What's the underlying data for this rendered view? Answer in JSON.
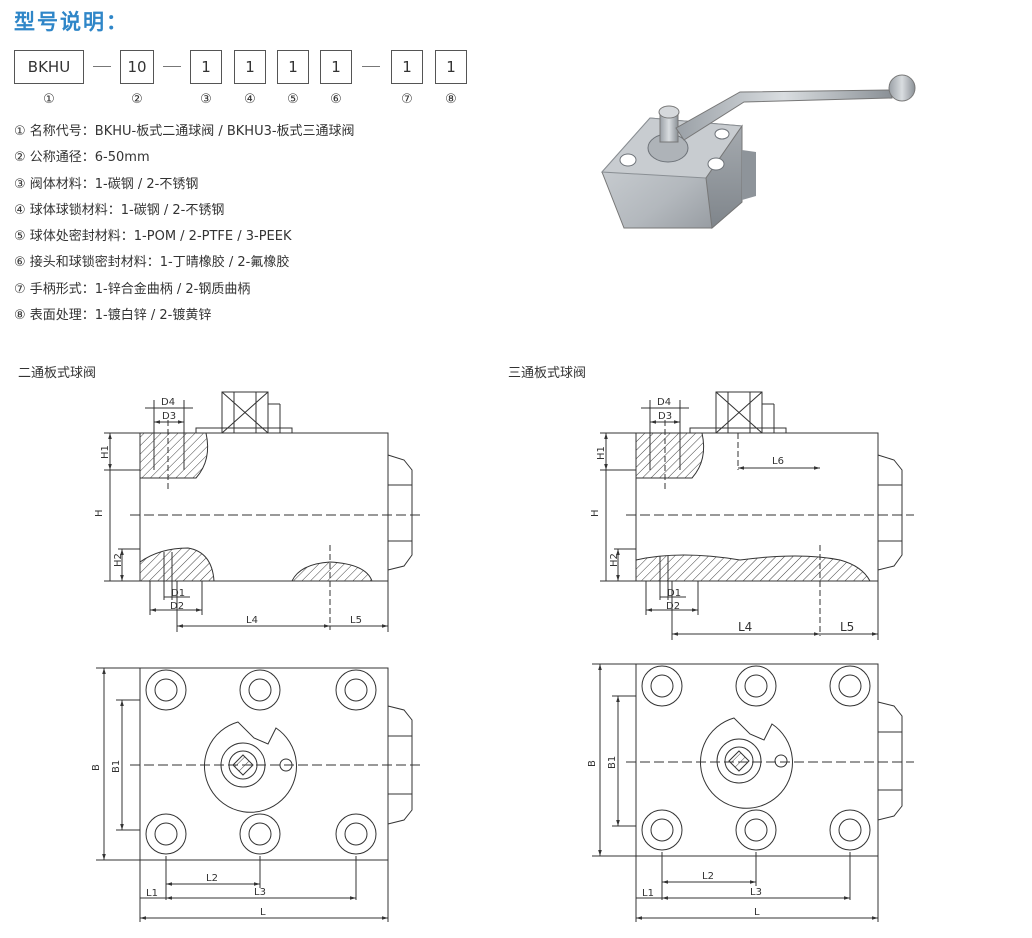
{
  "title": "型号说明：",
  "code": {
    "boxes": [
      "BKHU",
      "10",
      "1",
      "1",
      "1",
      "1",
      "1",
      "1"
    ],
    "numbers": [
      "①",
      "②",
      "③",
      "④",
      "⑤",
      "⑥",
      "⑦",
      "⑧"
    ]
  },
  "specs": [
    "① 名称代号：BKHU-板式二通球阀 / BKHU3-板式三通球阀",
    "② 公称通径：6-50mm",
    "③ 阀体材料：1-碳钢 / 2-不锈钢",
    "④ 球体球锁材料：1-碳钢 / 2-不锈钢",
    "⑤ 球体处密封材料：1-POM / 2-PTFE / 3-PEEK",
    "⑥ 接头和球锁密封材料：1-丁晴橡胶 / 2-氟橡胶",
    "⑦ 手柄形式：1-锌合金曲柄 / 2-钢质曲柄",
    "⑧ 表面处理：1-镀白锌 / 2-镀黄锌"
  ],
  "sections": {
    "two_way": "二通板式球阀",
    "three_way": "三通板式球阀"
  },
  "dims": {
    "D4": "D4",
    "D3": "D3",
    "H1": "H1",
    "H": "H",
    "H2": "H2",
    "D1": "D1",
    "D2": "D2",
    "L4": "L4",
    "L5": "L5",
    "L6": "L6",
    "B": "B",
    "B1": "B1",
    "L1": "L1",
    "L2": "L2",
    "L3": "L3",
    "L": "L"
  },
  "colors": {
    "title": "#2f86c8",
    "line": "#333333",
    "valve_body": "#b9bec3",
    "valve_dark": "#8f959b"
  }
}
